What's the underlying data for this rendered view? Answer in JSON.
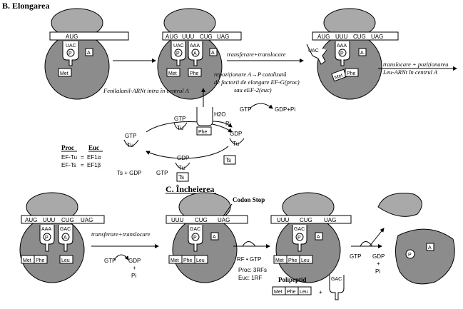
{
  "sections": {
    "elongation": {
      "title": "B. Elongarea"
    },
    "termination": {
      "title": "C. Încheierea"
    }
  },
  "labels": {
    "site_a": "A",
    "site_p": "P",
    "codon_stop": "Codon Stop",
    "phe_arn_center": "Fenilalanil-ARNt intra în centrul A",
    "transfer_translocare": "transferare+translocare",
    "repositionare_1": "repoziționare A→P catalizată",
    "repositionare_2": "de factorii de elongare EF-G(proc)",
    "repositionare_3": "sau eEF-2(euc)",
    "translocare_1": "translocare + poziționarea",
    "translocare_2": "Leu-ARNt în centrul A",
    "transfer_translocare_2": "transferare+translocare",
    "polipeptid": "Polipeptid",
    "rf_gtp": "RF • GTP",
    "proc_rfs": "Proc: 3RFs",
    "euc_rf": "Euc: 1RF"
  },
  "codons": {
    "r1": [
      "AUG"
    ],
    "r2": [
      "AUG",
      "UUU",
      "CUG",
      "UAG"
    ],
    "r3": [
      "AUG",
      "UUU",
      "CUG",
      "UAG"
    ],
    "r4": [
      "AUG",
      "UUU",
      "CUG",
      "UAG"
    ],
    "r5": [
      "UUU",
      "CUG",
      "UAG"
    ],
    "r6": [
      "UUU",
      "CUG",
      "UAG"
    ]
  },
  "anticodons": {
    "uac": "UAC",
    "aaa": "AAA",
    "gac": "GAC"
  },
  "amino_acids": {
    "met": "Met",
    "phe": "Phe",
    "leu": "Leu"
  },
  "cycle": {
    "gtp": "GTP",
    "gdp": "GDP",
    "tu": "Tu",
    "ts": "Ts",
    "pi": "Pi",
    "h2o": "H2O",
    "ts_gdp": "Ts + GDP",
    "gdp_pi": "GDP+Pi"
  },
  "table": {
    "h_proc": "Proc",
    "h_euc": "Euc",
    "row1_left": "EF-Tu",
    "row1_right": "EF1α",
    "row2_left": "EF-Ts",
    "row2_right": "EF1β"
  },
  "colors": {
    "ribosome": "#8c8c8c",
    "ribosome_small": "#a9a9a9",
    "ink": "#000000",
    "paper": "#ffffff"
  }
}
